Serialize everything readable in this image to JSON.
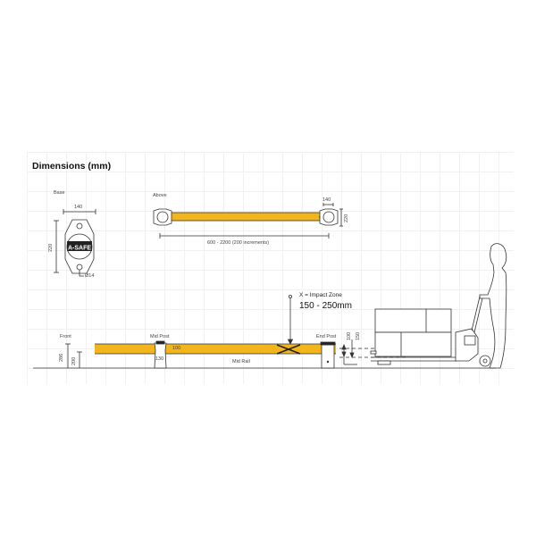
{
  "title": "Dimensions (mm)",
  "colors": {
    "rail": "#f2b51b",
    "line": "#333333",
    "grid": "#f1f1f1",
    "background": "#ffffff"
  },
  "base_view": {
    "label": "Base",
    "width": "140",
    "height": "220",
    "hole": "Ø14",
    "logo": "A-SAFE"
  },
  "above_view": {
    "label": "Above",
    "post_width": "140",
    "post_height": "220",
    "length": "600 - 2200 (200 increments)"
  },
  "front_view": {
    "label": "Front",
    "height_outer": "286",
    "height_inner": "200",
    "mid_post_label": "Mid Post",
    "mid_post_width": "130",
    "rail_height": "100",
    "mid_rail_label": "Mid Rail",
    "end_post_label": "End Post",
    "dim_100": "100",
    "dim_150": "150"
  },
  "impact_zone": {
    "label": "X = Impact Zone",
    "range": "150 - 250mm"
  }
}
